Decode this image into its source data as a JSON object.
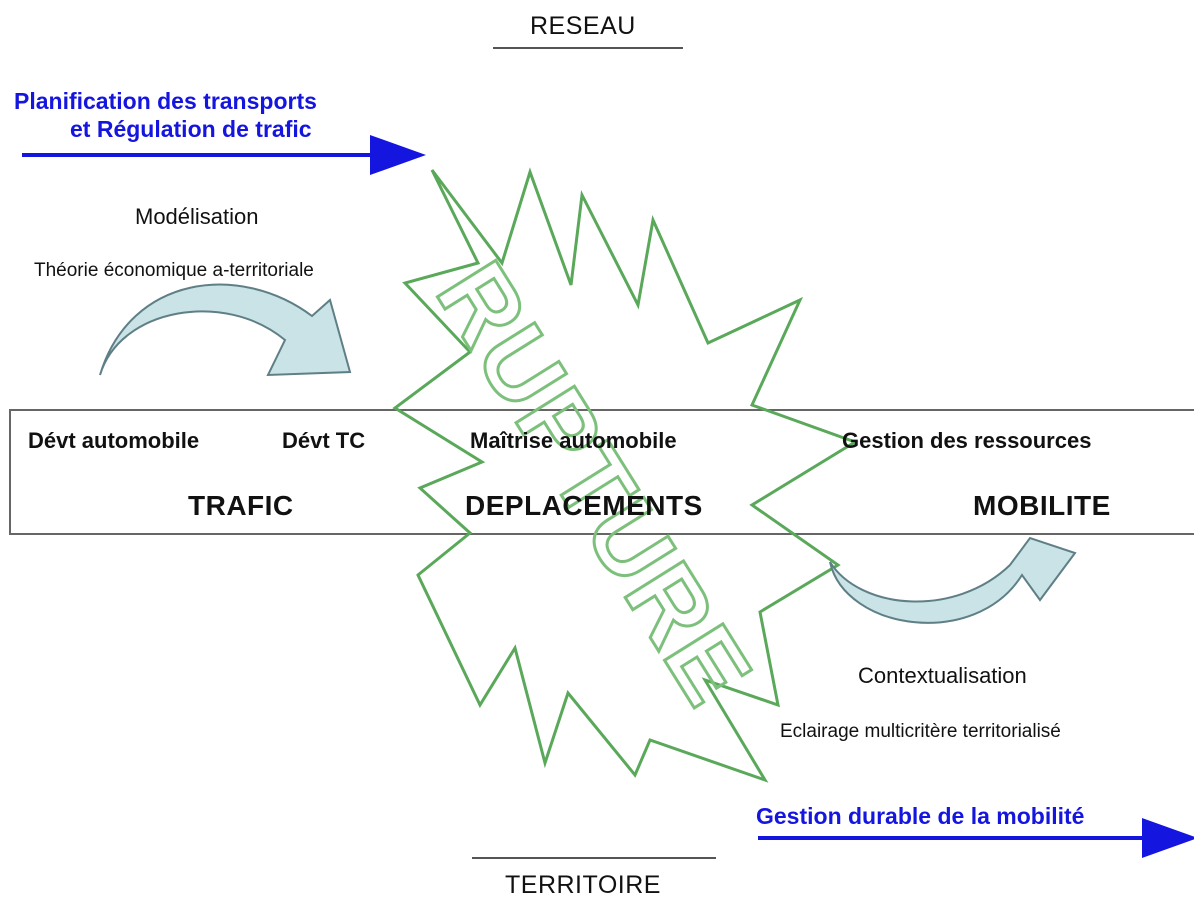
{
  "axis": {
    "top": "RESEAU",
    "bottom": "TERRITOIRE"
  },
  "left": {
    "heading_line1": "Planification des transports",
    "heading_line2": "et Régulation de trafic",
    "method": "Modélisation",
    "theory": "Théorie économique a-territoriale"
  },
  "right": {
    "method": "Contextualisation",
    "theory": "Eclairage multicritère territorialisé",
    "heading": "Gestion durable de la mobilité"
  },
  "band": {
    "items": [
      "Dévt automobile",
      "Dévt TC",
      "Maîtrise automobile",
      "Gestion des ressources"
    ],
    "phases": [
      "TRAFIC",
      "DEPLACEMENTS",
      "MOBILITE"
    ]
  },
  "rupture": {
    "label": "RUPTURE"
  },
  "colors": {
    "heading_blue": "#1515e0",
    "rupture_green": "#5aa85a",
    "curved_arrow_fill": "#c9e3e6",
    "curved_arrow_stroke": "#5f7f86",
    "band_border": "#666666"
  }
}
